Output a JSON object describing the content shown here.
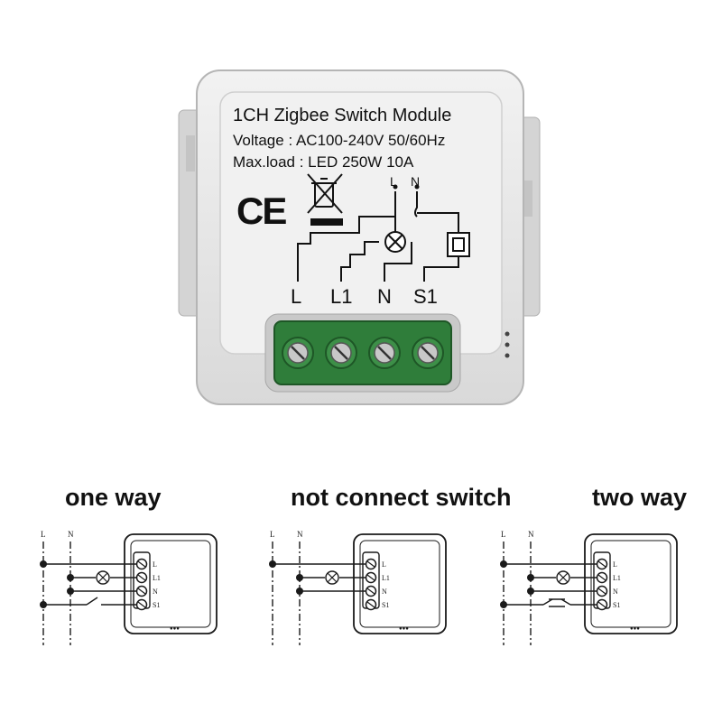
{
  "module": {
    "title": "1CH Zigbee Switch Module",
    "voltage": "Voltage : AC100-240V 50/60Hz",
    "maxload": "Max.load : LED 250W  10A",
    "ce_mark": "CE",
    "supply_labels": [
      "L",
      "N"
    ],
    "terminal_labels": [
      "L",
      "L1",
      "N",
      "S1"
    ]
  },
  "diagrams": [
    {
      "caption": "one way"
    },
    {
      "caption": "not connect switch"
    },
    {
      "caption": "two way"
    }
  ],
  "diagram_labels": {
    "supply": [
      "L",
      "N"
    ],
    "terminals": [
      "L",
      "L1",
      "N",
      "S1"
    ]
  },
  "colors": {
    "housing": "#e5e5e5",
    "housing_edge": "#b5b5b5",
    "terminal_green": "#2f7d3a",
    "line": "#1a1a1a"
  }
}
